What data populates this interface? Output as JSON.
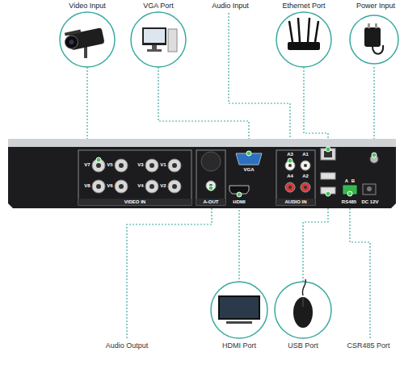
{
  "diagram": {
    "labels": [
      "Video Input",
      "VGA Port",
      "Audio Input",
      "Ethernet Port",
      "Power Input",
      "V7",
      "V5",
      "V3",
      "V1",
      "VGA",
      "A3",
      "A1",
      "V8",
      "V6",
      "V4",
      "V2",
      "A4",
      "A2",
      "A",
      "B",
      "VIDEO IN",
      "A-OUT",
      "HDMI",
      "AUDIO IN",
      "RS485",
      "DC 12V",
      "Audio Output",
      "HDMI Port",
      "USB Port",
      "CSR485 Port"
    ]
  }
}
